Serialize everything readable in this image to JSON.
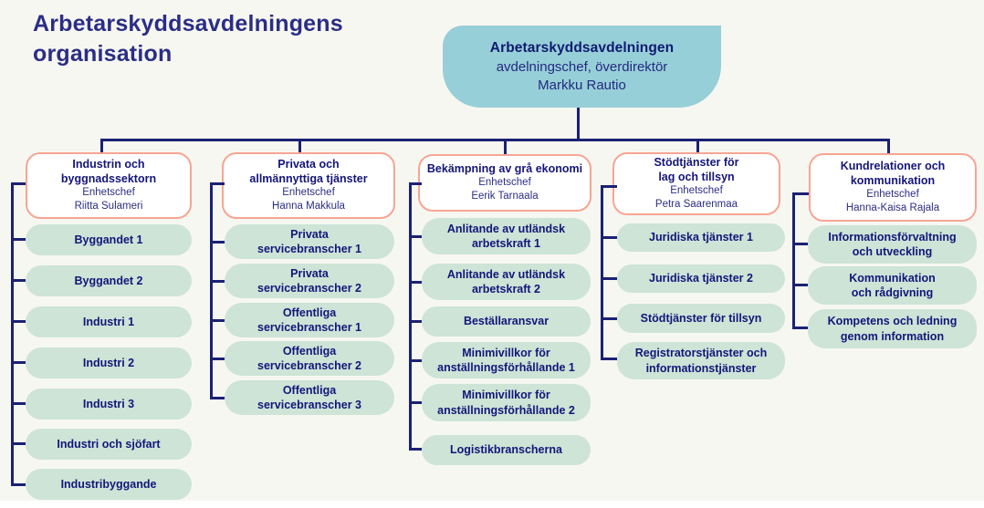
{
  "page": {
    "title": "Arbetarskyddsavdelningens\norganisation",
    "background_color": "#f7f7f1"
  },
  "colors": {
    "root_fill": "#97cfd8",
    "item_fill": "#cde4d6",
    "header_border": "#f7a593",
    "connector": "#1b2173",
    "text_navy": "#15157a"
  },
  "root": {
    "name": "Arbetarskyddsavdelningen",
    "role": "avdelningschef, överdirektör",
    "person": "Markku Rautio"
  },
  "cols": [
    {
      "title": "Industrin och\nbyggnadssektorn",
      "role": "Enhetschef",
      "person": "Riitta Sulameri",
      "items": [
        "Byggandet 1",
        "Byggandet 2",
        "Industri 1",
        "Industri 2",
        "Industri 3",
        "Industri och sjöfart",
        "Industribyggande"
      ]
    },
    {
      "title": "Privata och\nallmännyttiga tjänster",
      "role": "Enhetschef",
      "person": "Hanna Makkula",
      "items": [
        "Privata\nservicebranscher 1",
        "Privata\nservicebranscher 2",
        "Offentliga\nservicebranscher 1",
        "Offentliga\nservicebranscher 2",
        "Offentliga\nservicebranscher 3"
      ]
    },
    {
      "title": "Bekämpning av grå ekonomi",
      "role": "Enhetschef",
      "person": "Eerik Tarnaala",
      "items": [
        "Anlitande av utländsk\narbetskraft 1",
        "Anlitande av utländsk\narbetskraft 2",
        "Beställaransvar",
        "Minimivillkor för\nanställningsförhållande 1",
        "Minimivillkor för\nanställningsförhållande 2",
        "Logistikbranscherna"
      ]
    },
    {
      "title": "Stödtjänster för\nlag och tillsyn",
      "role": "Enhetschef",
      "person": "Petra Saarenmaa",
      "items": [
        "Juridiska tjänster 1",
        "Juridiska tjänster 2",
        "Stödtjänster för tillsyn",
        "Registratorstjänster och\ninformationstjänster"
      ]
    },
    {
      "title": "Kundrelationer och\nkommunikation",
      "role": "Enhetschef",
      "person": "Hanna-Kaisa Rajala",
      "items": [
        "Informationsförvaltning\noch utveckling",
        "Kommunikation\noch rådgivning",
        "Kompetens och ledning\ngenom information"
      ]
    }
  ]
}
